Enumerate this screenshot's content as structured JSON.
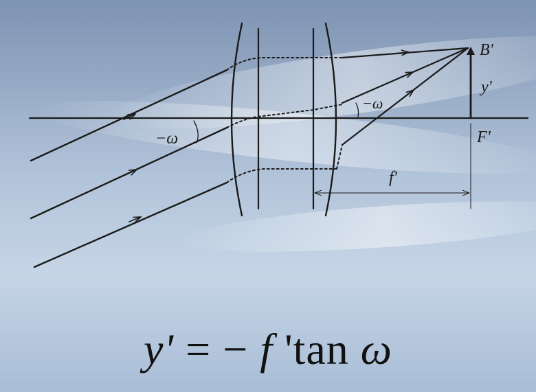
{
  "labels": {
    "point": "B'",
    "image_height": "y'",
    "focal_point": "F'",
    "focal_length": "f'",
    "field_angle_object": "−ω",
    "field_angle_image": "−ω"
  },
  "formula": {
    "lhs": "y'",
    "equals": " = − ",
    "f": "f",
    "prime": " '",
    "tan": "tan ",
    "omega": "ω"
  },
  "colors": {
    "ink": "#1a1a1a",
    "sky_top": "#7f95b4",
    "sky_mid": "#b9cade",
    "sky_bottom": "#a9bfd8"
  }
}
